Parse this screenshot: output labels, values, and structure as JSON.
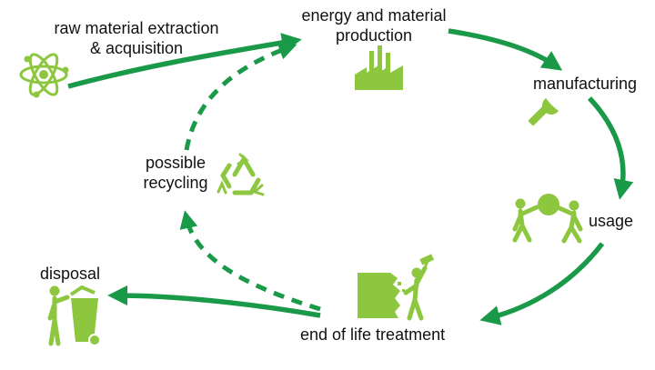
{
  "diagram": {
    "stages": {
      "extraction": {
        "line1": "raw material extraction",
        "line2": "& acquisition",
        "icon": "atom-icon"
      },
      "production": {
        "line1": "energy and material",
        "line2": "production",
        "icon": "factory-icon"
      },
      "manufacturing": {
        "label": "manufacturing",
        "icon": "wrench-icon"
      },
      "usage": {
        "label": "usage",
        "icon": "people-carrying-ball-icon"
      },
      "end_of_life": {
        "label": "end of life treatment",
        "icon": "demolition-icon"
      },
      "disposal": {
        "label": "disposal",
        "icon": "trash-bin-icon"
      },
      "recycling": {
        "line1": "possible",
        "line2": "recycling",
        "icon": "recycle-icon"
      }
    },
    "colors": {
      "arrow": "#1a9a48",
      "icon": "#8dc63f",
      "text": "#111111"
    }
  }
}
